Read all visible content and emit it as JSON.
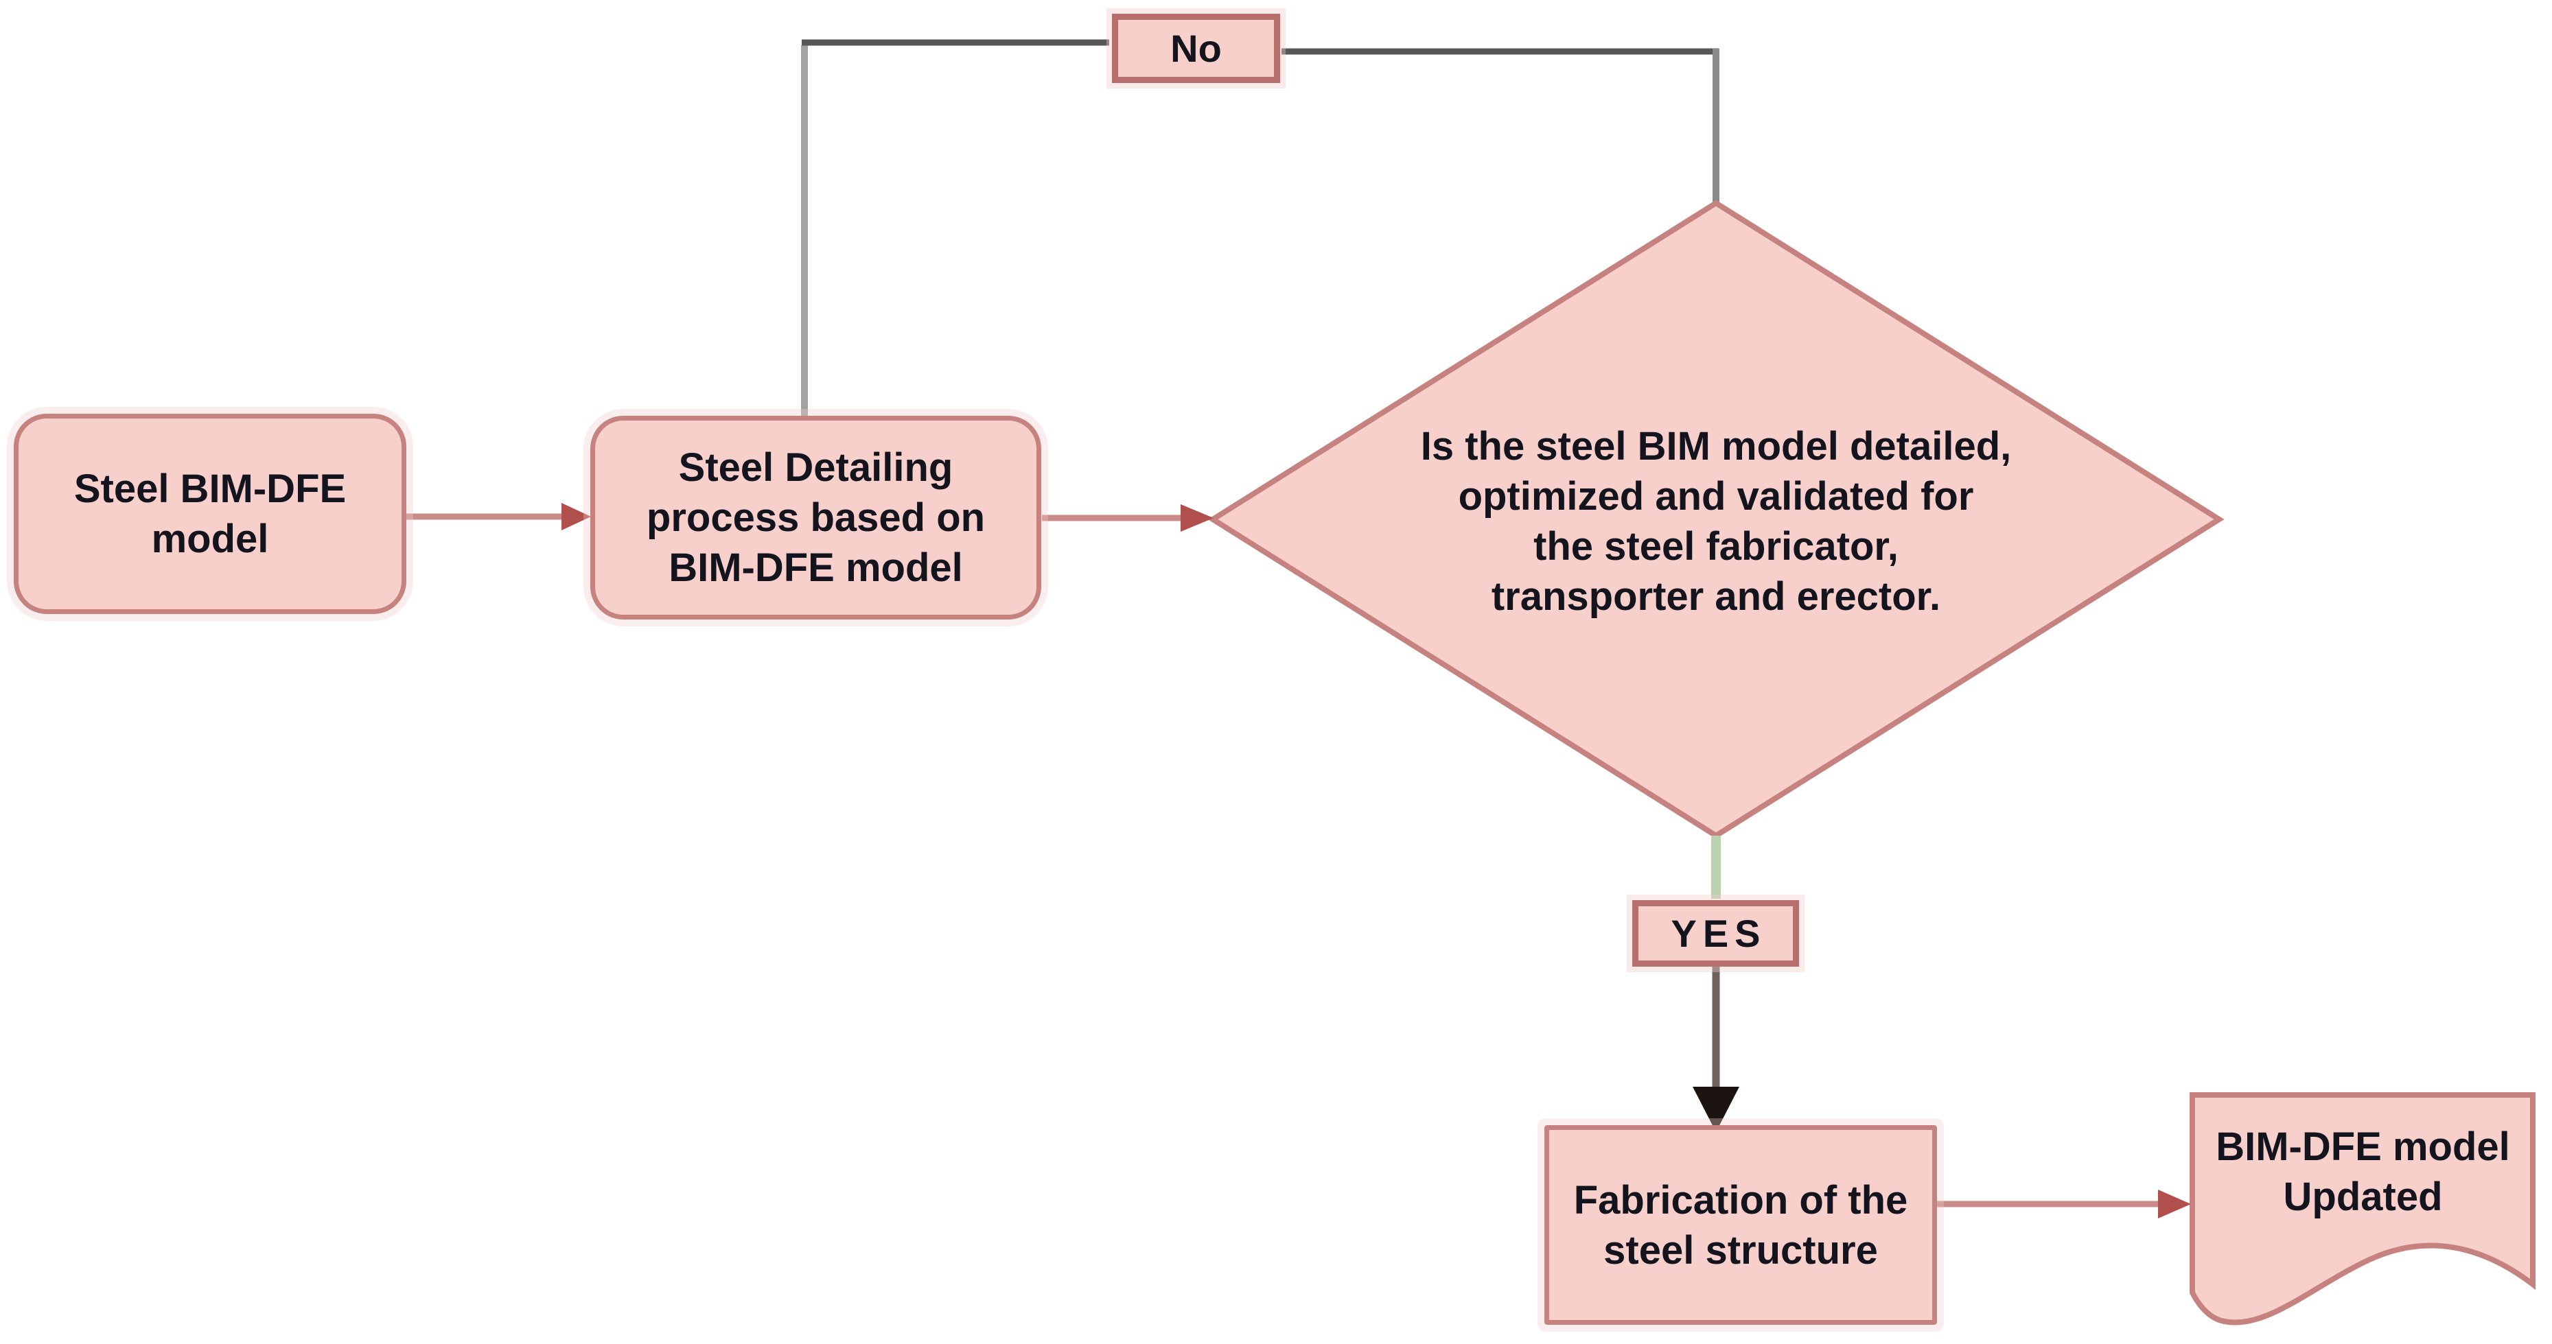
{
  "diagram": {
    "type": "flowchart",
    "nodes": {
      "steel_bim_dfe_model": {
        "shape": "rounded-rectangle",
        "lines": [
          "Steel BIM-DFE",
          "model"
        ]
      },
      "steel_detailing_process": {
        "shape": "rounded-rectangle",
        "lines": [
          "Steel Detailing",
          "process based on",
          "BIM-DFE model"
        ]
      },
      "decision": {
        "shape": "diamond",
        "lines": [
          "Is the steel BIM model detailed,",
          "optimized and validated for",
          "the steel fabricator,",
          "transporter and erector."
        ]
      },
      "fabrication": {
        "shape": "rectangle",
        "lines": [
          "Fabrication of the",
          "steel structure"
        ]
      },
      "bim_dfe_model_updated": {
        "shape": "document",
        "lines": [
          "BIM-DFE model",
          "Updated"
        ]
      }
    },
    "labels": {
      "no": "No",
      "yes": "YES"
    },
    "edges": [
      {
        "from": "steel_bim_dfe_model",
        "to": "steel_detailing_process",
        "label": ""
      },
      {
        "from": "steel_detailing_process",
        "to": "decision",
        "label": ""
      },
      {
        "from": "decision",
        "to": "steel_detailing_process",
        "label": "No"
      },
      {
        "from": "decision",
        "to": "fabrication",
        "label": "YES"
      },
      {
        "from": "fabrication",
        "to": "bim_dfe_model_updated",
        "label": ""
      }
    ],
    "colors": {
      "shape_fill": "#f7d0cb",
      "shape_border": "#c5827e",
      "label_border": "#b66f6c",
      "text": "#14141e",
      "pink_connector": "#c98b88",
      "pink_arrowhead": "#b04f4b",
      "gray_connector_dark": "#565656",
      "gray_connector_light": "#a3a3a3",
      "green_connector": "#bad1af",
      "dark_connector": "#6f615e",
      "black_arrowhead": "#1c1410",
      "background": "#ffffff"
    }
  }
}
